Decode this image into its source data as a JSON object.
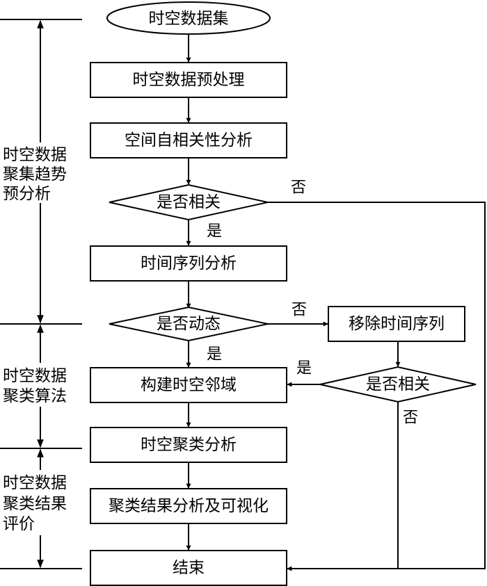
{
  "nodes": {
    "start": "时空数据集",
    "preprocess": "时空数据预处理",
    "autocorr": "空间自相关性分析",
    "is_correlated_1": "是否相关",
    "time_series": "时间序列分析",
    "is_dynamic": "是否动态",
    "remove_ts": "移除时间序列",
    "is_correlated_2": "是否相关",
    "build_neighborhood": "构建时空邻域",
    "clustering": "时空聚类分析",
    "evaluation": "聚类结果分析及可视化",
    "end": "结束"
  },
  "edges": {
    "yes_1": "是",
    "no_1": "否",
    "yes_dynamic": "是",
    "no_dynamic": "否",
    "yes_2": "是",
    "no_2": "否"
  },
  "phases": [
    [
      "时空数据",
      "聚集趋势",
      "预分析"
    ],
    [
      "时空数据",
      "聚类算法"
    ],
    [
      "时空数据",
      "聚类结果",
      "评价"
    ]
  ]
}
